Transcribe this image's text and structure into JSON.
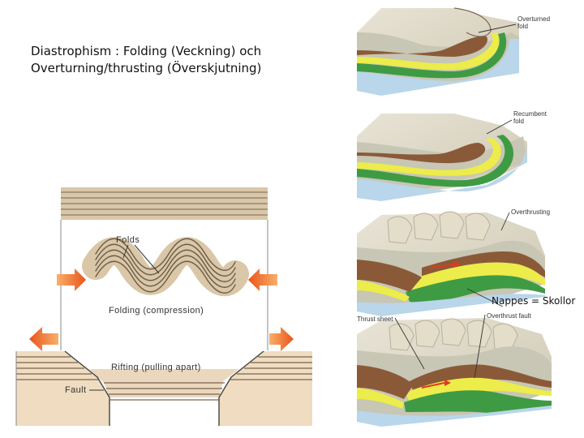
{
  "title": {
    "line1": "Diastrophism : Folding (Veckning) och",
    "line2": "Overturning/thrusting (Överskjutning)"
  },
  "left_diagram": {
    "folds_label": "Folds",
    "folding_label": "Folding (compression)",
    "rifting_label": "Rifting (pulling apart)",
    "fault_label": "Fault"
  },
  "right_diagram": {
    "overturned_fold": [
      "Overturned",
      "fold"
    ],
    "recumbent_fold": [
      "Recumbent",
      "fold"
    ],
    "overthrusting": "Overthrusting",
    "nappes": "Nappes = Skollor",
    "thrust_sheet": "Thrust sheet",
    "overthrust_fault": "Overthrust fault"
  },
  "colors": {
    "strata": "#d9c7a8",
    "strata_line": "#8a7866",
    "arrow_orange": "#f06a1a",
    "arrow_red": "#e23a1c",
    "soil": "#f0dcc0",
    "layer_green": "#3f9a44",
    "layer_yellow": "#ecec4a",
    "layer_brown": "#8a5a38",
    "layer_blue": "#b9d6ea",
    "rock_grey": "#c8c6b4"
  }
}
